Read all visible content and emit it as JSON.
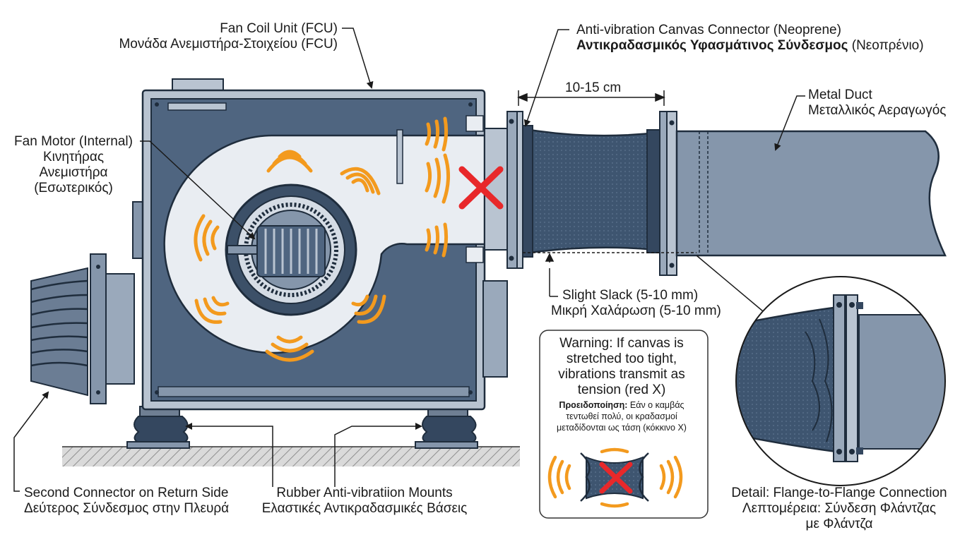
{
  "labels": {
    "fcu": {
      "en": "Fan Coil Unit (FCU)",
      "gr": "Μονάδα Ανεμιστήρα-Στοιχείου (FCU)"
    },
    "canvas": {
      "en": "Anti-vibration Canvas Connector (Neoprene)",
      "gr_bold": "Αντικραδασμικός Υφασμάτινος Σύνδεσμος",
      "gr_rest": " (Νεοπρένιο)"
    },
    "distance": "10-15 cm",
    "duct": {
      "en": "Metal Duct",
      "gr": "Μεταλλικός Αεραγωγός"
    },
    "motor": {
      "en": "Fan Motor (Internal)",
      "gr1": "Κινητήρας",
      "gr2": "Ανεμιστήρα",
      "gr3": "(Εσωτερικός)"
    },
    "slack": {
      "en": "Slight Slack (5-10 mm)",
      "gr": "Μικρή Χαλάρωση (5-10 mm)"
    },
    "warning": {
      "en": "Warning: If canvas is stretched too tight, vibrations transmit as tension (red X)",
      "gr_bold": "Προειδοποίηση:",
      "gr_rest": " Εάν ο καμβάς τεντωθεί πολύ, οι κραδασμοί μεταδίδονται ως τάση (κόκκινο Χ)"
    },
    "second": {
      "en": "Second Connector on Return Side",
      "gr": "Δεύτερος Σύνδεσμος στην Πλευρά"
    },
    "mounts": {
      "en": "Rubber Anti-vibratiion Mounts",
      "gr": "Ελαστικές Αντικραδασμικές Βάσεις"
    },
    "detail": {
      "en": "Detail: Flange-to-Flange Connection",
      "gr1": "Λεπτομέρεια: Σύνδεση Φλάντζας",
      "gr2": "με Φλάντζα"
    }
  },
  "colors": {
    "steel": "#8596ab",
    "steel_dark": "#34475f",
    "canvas": "#3e5570",
    "outline": "#1f2d3d",
    "vibration": "#f39a1e",
    "warning_x": "#e8282a",
    "ground": "#d9d9d9"
  }
}
